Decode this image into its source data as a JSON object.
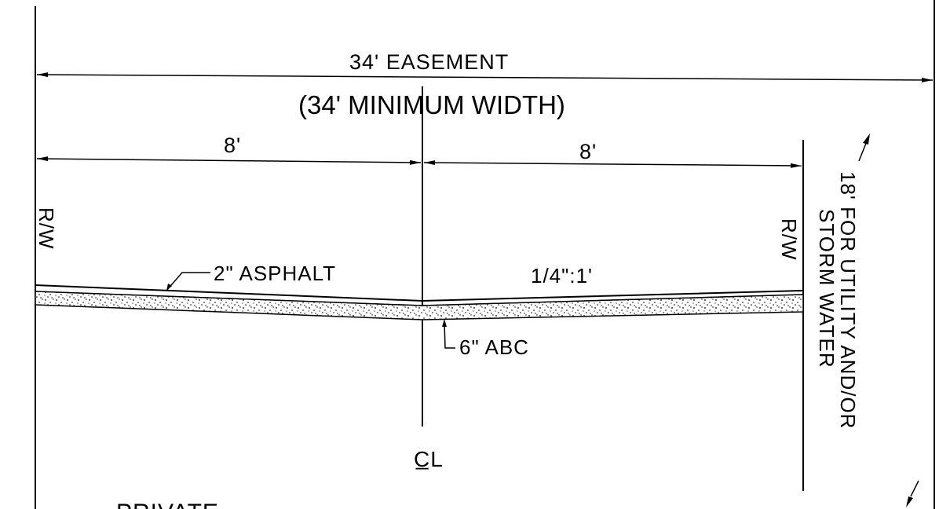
{
  "labels": {
    "easement": "34' EASEMENT",
    "minimum_width": "(34' MINIMUM WIDTH)",
    "left_half": "8'",
    "right_half": "8'",
    "row_left": "R/W",
    "row_right": "R/W",
    "asphalt": "2\" ASPHALT",
    "slope": "1/4\":1'",
    "abc": "6\" ABC",
    "centerline": "C̲L",
    "side_note_1": "18' FOR UTILITY AND/OR",
    "side_note_2": "STORM WATER",
    "bottom_cut": "PRIVATE"
  },
  "colors": {
    "ink": "#000000",
    "paper": "#ffffff"
  }
}
